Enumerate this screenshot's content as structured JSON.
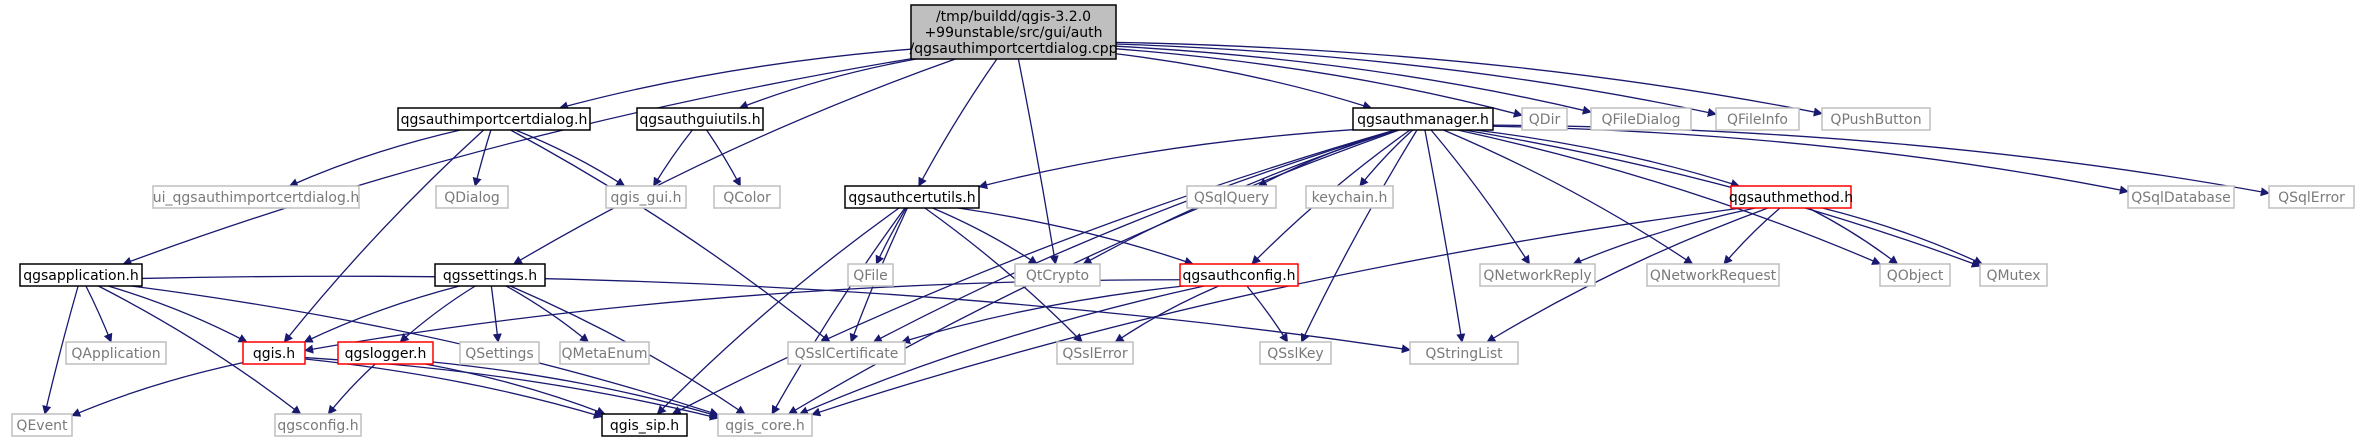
{
  "colors": {
    "edge": "#191970",
    "root_fill": "#bfbfbf",
    "node_border": "#000000",
    "external_border": "#bfbfbf",
    "cyclic_border": "#ff0000"
  },
  "nodes": [
    {
      "id": "root",
      "lines": [
        "/tmp/buildd/qgis-3.2.0",
        "+99unstable/src/gui/auth",
        "/qgsauthimportcertdialog.cpp"
      ],
      "kind": "root"
    },
    {
      "id": "dialog_h",
      "lines": [
        "qgsauthimportcertdialog.h"
      ],
      "kind": "normal"
    },
    {
      "id": "guiutils_h",
      "lines": [
        "qgsauthguiutils.h"
      ],
      "kind": "normal"
    },
    {
      "id": "authmanager_h",
      "lines": [
        "qgsauthmanager.h"
      ],
      "kind": "normal"
    },
    {
      "id": "qdir",
      "lines": [
        "QDir"
      ],
      "kind": "external"
    },
    {
      "id": "qfiledialog",
      "lines": [
        "QFileDialog"
      ],
      "kind": "external"
    },
    {
      "id": "qfileinfo",
      "lines": [
        "QFileInfo"
      ],
      "kind": "external"
    },
    {
      "id": "qpushbutton",
      "lines": [
        "QPushButton"
      ],
      "kind": "external"
    },
    {
      "id": "ui_dialog_h",
      "lines": [
        "ui_qgsauthimportcertdialog.h"
      ],
      "kind": "external"
    },
    {
      "id": "qdialog",
      "lines": [
        "QDialog"
      ],
      "kind": "external"
    },
    {
      "id": "qgis_gui_h",
      "lines": [
        "qgis_gui.h"
      ],
      "kind": "external"
    },
    {
      "id": "qcolor",
      "lines": [
        "QColor"
      ],
      "kind": "external"
    },
    {
      "id": "certutils_h",
      "lines": [
        "qgsauthcertutils.h"
      ],
      "kind": "normal"
    },
    {
      "id": "qsqlquery",
      "lines": [
        "QSqlQuery"
      ],
      "kind": "external"
    },
    {
      "id": "keychain_h",
      "lines": [
        "keychain.h"
      ],
      "kind": "external"
    },
    {
      "id": "authmethod_h",
      "lines": [
        "qgsauthmethod.h"
      ],
      "kind": "cyclic"
    },
    {
      "id": "qsqldatabase",
      "lines": [
        "QSqlDatabase"
      ],
      "kind": "external"
    },
    {
      "id": "qsqlerror",
      "lines": [
        "QSqlError"
      ],
      "kind": "external"
    },
    {
      "id": "qgsapplication_h",
      "lines": [
        "qgsapplication.h"
      ],
      "kind": "normal"
    },
    {
      "id": "qgssettings_h",
      "lines": [
        "qgssettings.h"
      ],
      "kind": "normal"
    },
    {
      "id": "qfile",
      "lines": [
        "QFile"
      ],
      "kind": "external"
    },
    {
      "id": "qtcrypto",
      "lines": [
        "QtCrypto"
      ],
      "kind": "external"
    },
    {
      "id": "authconfig_h",
      "lines": [
        "qgsauthconfig.h"
      ],
      "kind": "cyclic"
    },
    {
      "id": "qnetworkreply",
      "lines": [
        "QNetworkReply"
      ],
      "kind": "external"
    },
    {
      "id": "qnetworkrequest",
      "lines": [
        "QNetworkRequest"
      ],
      "kind": "external"
    },
    {
      "id": "qobject",
      "lines": [
        "QObject"
      ],
      "kind": "external"
    },
    {
      "id": "qmutex",
      "lines": [
        "QMutex"
      ],
      "kind": "external"
    },
    {
      "id": "qapplication",
      "lines": [
        "QApplication"
      ],
      "kind": "external"
    },
    {
      "id": "qgis_h",
      "lines": [
        "qgis.h"
      ],
      "kind": "cyclic"
    },
    {
      "id": "qgslogger_h",
      "lines": [
        "qgslogger.h"
      ],
      "kind": "cyclic"
    },
    {
      "id": "qsettings",
      "lines": [
        "QSettings"
      ],
      "kind": "external"
    },
    {
      "id": "qmetaenum",
      "lines": [
        "QMetaEnum"
      ],
      "kind": "external"
    },
    {
      "id": "qsslcertificate",
      "lines": [
        "QSslCertificate"
      ],
      "kind": "external"
    },
    {
      "id": "qsslerror",
      "lines": [
        "QSslError"
      ],
      "kind": "external"
    },
    {
      "id": "qsslkey",
      "lines": [
        "QSslKey"
      ],
      "kind": "external"
    },
    {
      "id": "qstringlist",
      "lines": [
        "QStringList"
      ],
      "kind": "external"
    },
    {
      "id": "qevent",
      "lines": [
        "QEvent"
      ],
      "kind": "external"
    },
    {
      "id": "qgsconfig_h",
      "lines": [
        "qgsconfig.h"
      ],
      "kind": "external"
    },
    {
      "id": "qgis_sip_h",
      "lines": [
        "qgis_sip.h"
      ],
      "kind": "normal"
    },
    {
      "id": "qgis_core_h",
      "lines": [
        "qgis_core.h"
      ],
      "kind": "external"
    }
  ],
  "edges": [
    [
      "root",
      "dialog_h"
    ],
    [
      "root",
      "guiutils_h"
    ],
    [
      "root",
      "authmanager_h"
    ],
    [
      "root",
      "qdir"
    ],
    [
      "root",
      "qfiledialog"
    ],
    [
      "root",
      "qfileinfo"
    ],
    [
      "root",
      "qpushbutton"
    ],
    [
      "root",
      "qgsapplication_h"
    ],
    [
      "root",
      "qgssettings_h"
    ],
    [
      "root",
      "certutils_h"
    ],
    [
      "root",
      "qtcrypto"
    ],
    [
      "dialog_h",
      "ui_dialog_h"
    ],
    [
      "dialog_h",
      "qdialog"
    ],
    [
      "dialog_h",
      "qgis_gui_h"
    ],
    [
      "dialog_h",
      "qgis_h"
    ],
    [
      "dialog_h",
      "qsslcertificate"
    ],
    [
      "guiutils_h",
      "qgis_gui_h"
    ],
    [
      "guiutils_h",
      "qcolor"
    ],
    [
      "authmanager_h",
      "certutils_h"
    ],
    [
      "authmanager_h",
      "qsqlquery"
    ],
    [
      "authmanager_h",
      "keychain_h"
    ],
    [
      "authmanager_h",
      "authmethod_h"
    ],
    [
      "authmanager_h",
      "qsqldatabase"
    ],
    [
      "authmanager_h",
      "qsqlerror"
    ],
    [
      "authmanager_h",
      "qtcrypto"
    ],
    [
      "authmanager_h",
      "authconfig_h"
    ],
    [
      "authmanager_h",
      "qnetworkreply"
    ],
    [
      "authmanager_h",
      "qnetworkrequest"
    ],
    [
      "authmanager_h",
      "qobject"
    ],
    [
      "authmanager_h",
      "qmutex"
    ],
    [
      "authmanager_h",
      "qsslcertificate"
    ],
    [
      "authmanager_h",
      "qsslkey"
    ],
    [
      "authmanager_h",
      "qstringlist"
    ],
    [
      "authmanager_h",
      "qgis_sip_h"
    ],
    [
      "authmanager_h",
      "qgis_core_h"
    ],
    [
      "certutils_h",
      "qfile"
    ],
    [
      "certutils_h",
      "qtcrypto"
    ],
    [
      "certutils_h",
      "authconfig_h"
    ],
    [
      "certutils_h",
      "qsslcertificate"
    ],
    [
      "certutils_h",
      "qsslerror"
    ],
    [
      "certutils_h",
      "qgis_core_h"
    ],
    [
      "certutils_h",
      "qgis_sip_h"
    ],
    [
      "authmethod_h",
      "qnetworkreply"
    ],
    [
      "authmethod_h",
      "qnetworkrequest"
    ],
    [
      "authmethod_h",
      "qobject"
    ],
    [
      "authmethod_h",
      "qmutex"
    ],
    [
      "authmethod_h",
      "qstringlist"
    ],
    [
      "authmethod_h",
      "qgis_core_h"
    ],
    [
      "authconfig_h",
      "qsslcertificate"
    ],
    [
      "authconfig_h",
      "qsslerror"
    ],
    [
      "authconfig_h",
      "qsslkey"
    ],
    [
      "authconfig_h",
      "qgis_h"
    ],
    [
      "authconfig_h",
      "qgis_core_h"
    ],
    [
      "qgsapplication_h",
      "qapplication"
    ],
    [
      "qgsapplication_h",
      "qevent"
    ],
    [
      "qgsapplication_h",
      "qgis_h"
    ],
    [
      "qgsapplication_h",
      "qgsconfig_h"
    ],
    [
      "qgsapplication_h",
      "qstringlist"
    ],
    [
      "qgsapplication_h",
      "qgis_core_h"
    ],
    [
      "qgssettings_h",
      "qgis_h"
    ],
    [
      "qgssettings_h",
      "qgslogger_h"
    ],
    [
      "qgssettings_h",
      "qsettings"
    ],
    [
      "qgssettings_h",
      "qmetaenum"
    ],
    [
      "qgssettings_h",
      "qgis_core_h"
    ],
    [
      "qgis_h",
      "qevent"
    ],
    [
      "qgis_h",
      "qgis_sip_h"
    ],
    [
      "qgis_h",
      "qgis_core_h"
    ],
    [
      "qgslogger_h",
      "qgsconfig_h"
    ],
    [
      "qgslogger_h",
      "qgis_sip_h"
    ],
    [
      "qgslogger_h",
      "qgis_core_h"
    ]
  ]
}
